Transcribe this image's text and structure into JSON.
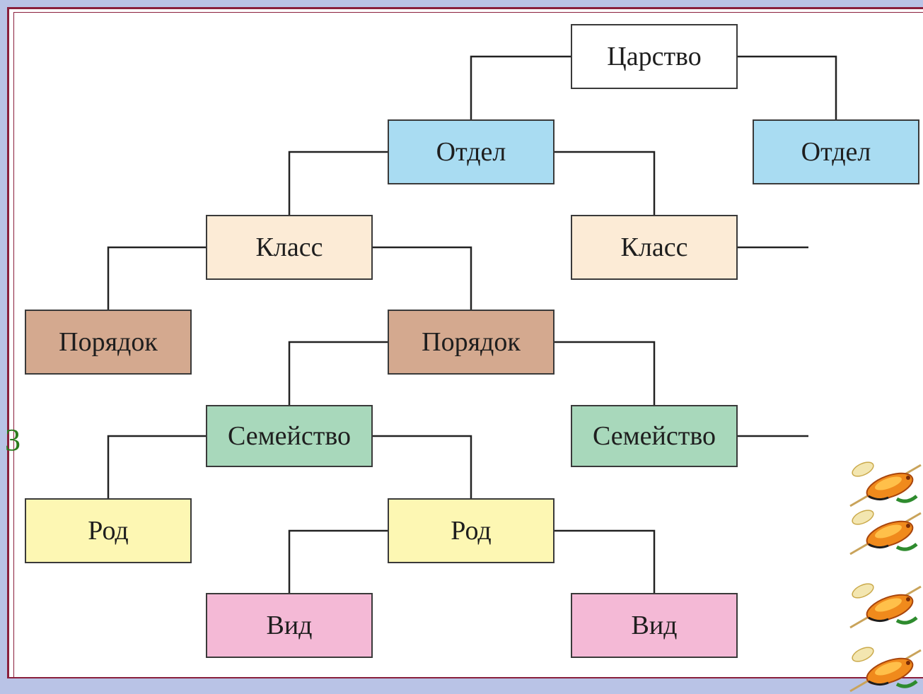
{
  "diagram": {
    "nodes": [
      {
        "id": "kingdom",
        "label": "Царство",
        "level": "kingdom"
      },
      {
        "id": "division-1",
        "label": "Отдел",
        "level": "division"
      },
      {
        "id": "division-2",
        "label": "Отдел",
        "level": "division"
      },
      {
        "id": "class-1",
        "label": "Класс",
        "level": "class"
      },
      {
        "id": "class-2",
        "label": "Класс",
        "level": "class"
      },
      {
        "id": "order-1",
        "label": "Порядок",
        "level": "order"
      },
      {
        "id": "order-2",
        "label": "Порядок",
        "level": "order"
      },
      {
        "id": "family-1",
        "label": "Семейство",
        "level": "family"
      },
      {
        "id": "family-2",
        "label": "Семейство",
        "level": "family"
      },
      {
        "id": "genus-1",
        "label": "Род",
        "level": "genus"
      },
      {
        "id": "genus-2",
        "label": "Род",
        "level": "genus"
      },
      {
        "id": "species-1",
        "label": "Вид",
        "level": "species"
      },
      {
        "id": "species-2",
        "label": "Вид",
        "level": "species"
      }
    ],
    "edges": [
      {
        "from": "kingdom",
        "to": "division-1"
      },
      {
        "from": "kingdom",
        "to": "division-2"
      },
      {
        "from": "division-1",
        "to": "class-1"
      },
      {
        "from": "division-1",
        "to": "class-2"
      },
      {
        "from": "class-1",
        "to": "order-1"
      },
      {
        "from": "class-1",
        "to": "order-2"
      },
      {
        "from": "order-2",
        "to": "family-1"
      },
      {
        "from": "order-2",
        "to": "family-2"
      },
      {
        "from": "family-1",
        "to": "genus-1"
      },
      {
        "from": "family-1",
        "to": "genus-2"
      },
      {
        "from": "genus-2",
        "to": "species-1"
      },
      {
        "from": "genus-2",
        "to": "species-2"
      }
    ],
    "open_branches_from": [
      "class-2",
      "family-2"
    ],
    "level_colors": {
      "kingdom": "#ffffff",
      "division": "#a9dcf2",
      "class": "#fcebd6",
      "order": "#d4a98f",
      "family": "#a8d8bb",
      "genus": "#fdf7b3",
      "species": "#f4b9d6"
    }
  },
  "decorations": {
    "edge_glyph": "3",
    "edge_glyph_color": "#2a7a1c",
    "clipart": "shrimp-skewer",
    "clipart_count": 4
  }
}
